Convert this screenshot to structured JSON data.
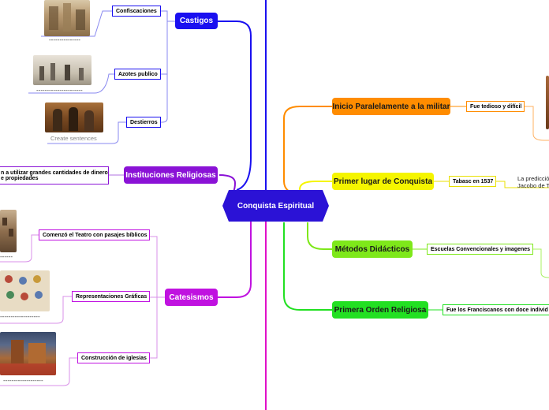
{
  "center": {
    "label": "Conquista Espiritual",
    "color": "#2b12d6"
  },
  "left": {
    "castigos": {
      "label": "Castigos",
      "color": "#1a10f0",
      "items": [
        {
          "label": "Confiscaciones",
          "caption": "---------------"
        },
        {
          "label": "Azotes publico",
          "caption": "----------------------"
        },
        {
          "label": "Destierros",
          "caption": "Create sentences"
        }
      ]
    },
    "instituciones": {
      "label": "Instituciones Religiosas",
      "color": "#8a12d6",
      "text_line1": "n a utilizar grandes cantidades de dinero",
      "text_line2": "e propiedades"
    },
    "catesismos": {
      "label": "Catesismos",
      "color": "#c012e0",
      "items": [
        {
          "label": "Comenzó el Teatro con pasajes bíblicos",
          "caption": "------"
        },
        {
          "label": "Representaciones Gráficas",
          "caption": "-------------------"
        },
        {
          "label": "Construcción de iglesias",
          "caption": "-------------------"
        }
      ]
    }
  },
  "right": {
    "inicio": {
      "label": "Inicio Paralelamente a la militar",
      "color": "#ff8c00",
      "sub": "Fue tedioso y difícil"
    },
    "primer_lugar": {
      "label": "Primer lugar de Conquista",
      "color": "#f5f500",
      "sub": "Tabasc en 1537",
      "text_line1": "La predicció",
      "text_line2": "Jacobo de T"
    },
    "metodos": {
      "label": "Métodos Didácticos",
      "color": "#7ee81a",
      "sub": "Escuelas Convencionales y imagenes"
    },
    "primera_orden": {
      "label": "Primera Orden Religiosa",
      "color": "#22e022",
      "sub": "Fue los Franciscanos con doce individ"
    }
  }
}
